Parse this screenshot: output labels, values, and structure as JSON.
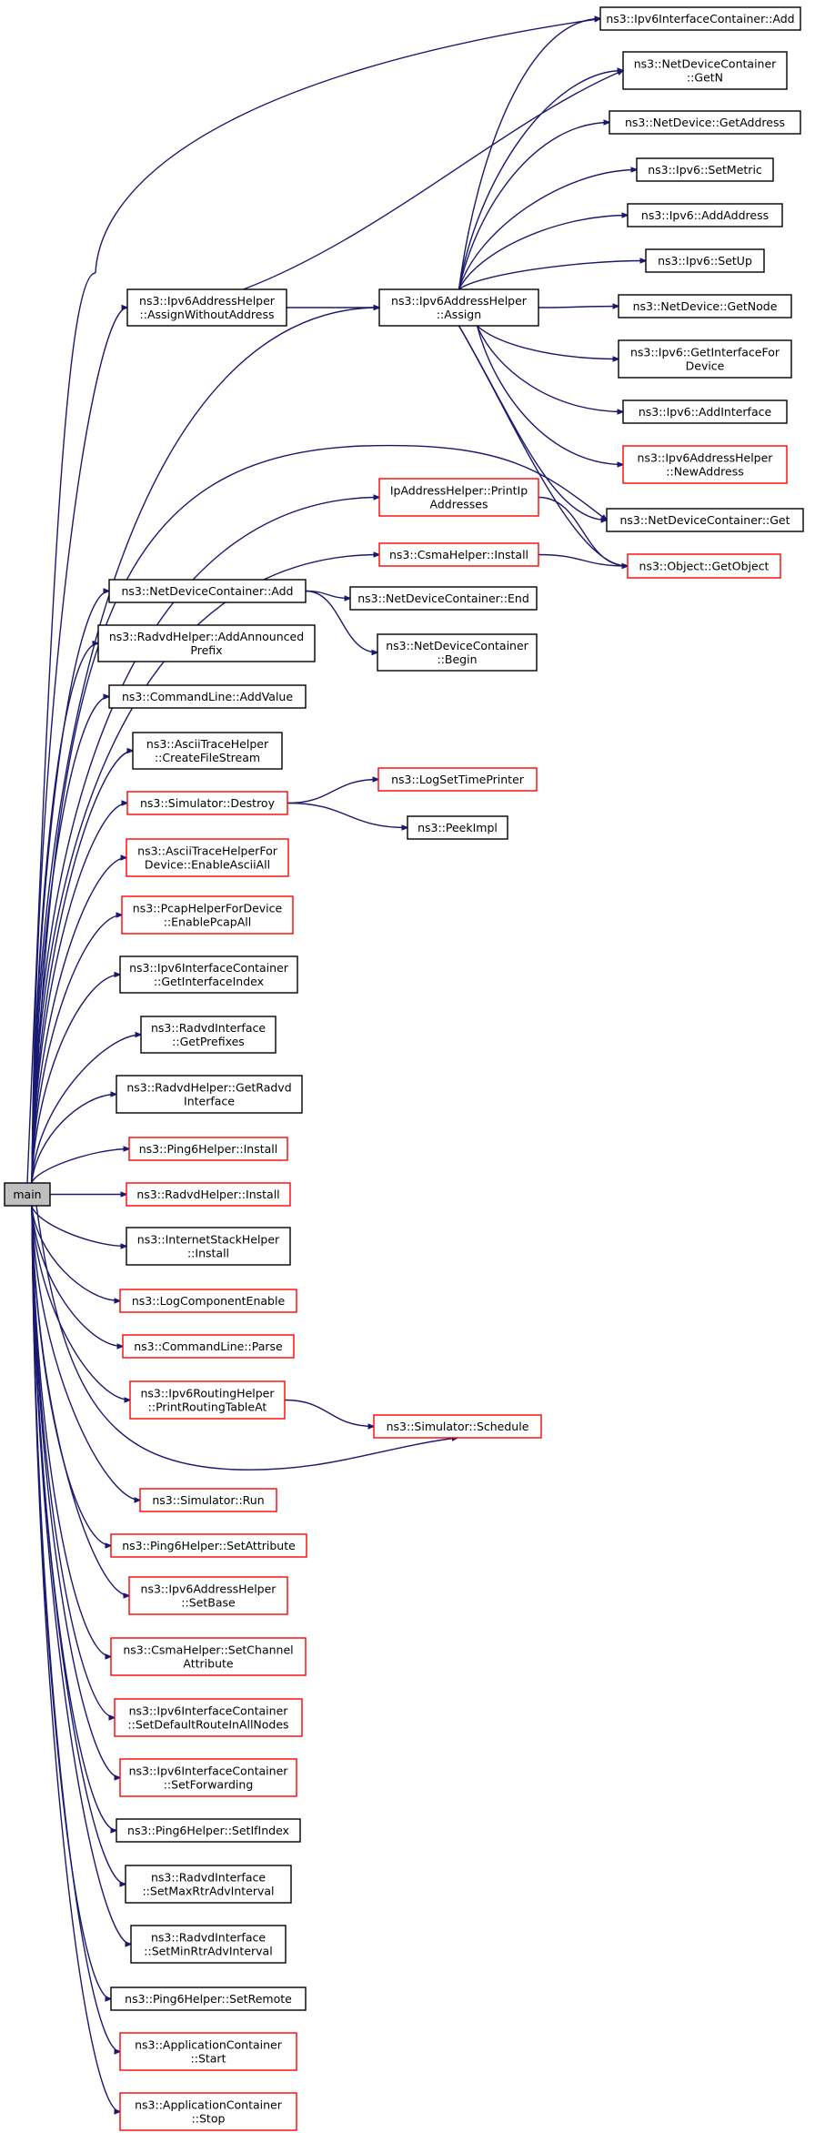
{
  "root": "main",
  "nodes": [
    {
      "id": "main",
      "lines": [
        "main"
      ],
      "border": "root"
    },
    {
      "id": "ipv6ic_add",
      "lines": [
        "ns3::Ipv6InterfaceContainer::Add"
      ],
      "border": "black"
    },
    {
      "id": "ndc_getn",
      "lines": [
        "ns3::NetDeviceContainer",
        "::GetN"
      ],
      "border": "black"
    },
    {
      "id": "nd_getaddress",
      "lines": [
        "ns3::NetDevice::GetAddress"
      ],
      "border": "black"
    },
    {
      "id": "ipv6_setmetric",
      "lines": [
        "ns3::Ipv6::SetMetric"
      ],
      "border": "black"
    },
    {
      "id": "ipv6_addaddress",
      "lines": [
        "ns3::Ipv6::AddAddress"
      ],
      "border": "black"
    },
    {
      "id": "ipv6_setup",
      "lines": [
        "ns3::Ipv6::SetUp"
      ],
      "border": "black"
    },
    {
      "id": "nd_getnode",
      "lines": [
        "ns3::NetDevice::GetNode"
      ],
      "border": "black"
    },
    {
      "id": "ipv6_getinterfacefordevice",
      "lines": [
        "ns3::Ipv6::GetInterfaceFor",
        "Device"
      ],
      "border": "black"
    },
    {
      "id": "ipv6_addinterface",
      "lines": [
        "ns3::Ipv6::AddInterface"
      ],
      "border": "black"
    },
    {
      "id": "ipv6ah_newaddress",
      "lines": [
        "ns3::Ipv6AddressHelper",
        "::NewAddress"
      ],
      "border": "red"
    },
    {
      "id": "ndc_get",
      "lines": [
        "ns3::NetDeviceContainer::Get"
      ],
      "border": "black"
    },
    {
      "id": "object_getobject",
      "lines": [
        "ns3::Object::GetObject"
      ],
      "border": "red"
    },
    {
      "id": "ipv6ah_assignwithoutaddress",
      "lines": [
        "ns3::Ipv6AddressHelper",
        "::AssignWithoutAddress"
      ],
      "border": "black"
    },
    {
      "id": "ipv6ah_assign",
      "lines": [
        "ns3::Ipv6AddressHelper",
        "::Assign"
      ],
      "border": "black"
    },
    {
      "id": "ipah_printipaddresses",
      "lines": [
        "IpAddressHelper::PrintIp",
        "Addresses"
      ],
      "border": "red"
    },
    {
      "id": "csma_install",
      "lines": [
        "ns3::CsmaHelper::Install"
      ],
      "border": "red"
    },
    {
      "id": "ndc_add",
      "lines": [
        "ns3::NetDeviceContainer::Add"
      ],
      "border": "black"
    },
    {
      "id": "ndc_end",
      "lines": [
        "ns3::NetDeviceContainer::End"
      ],
      "border": "black"
    },
    {
      "id": "ndc_begin",
      "lines": [
        "ns3::NetDeviceContainer",
        "::Begin"
      ],
      "border": "black"
    },
    {
      "id": "radvd_addannouncedprefix",
      "lines": [
        "ns3::RadvdHelper::AddAnnounced",
        "Prefix"
      ],
      "border": "black"
    },
    {
      "id": "cmd_addvalue",
      "lines": [
        "ns3::CommandLine::AddValue"
      ],
      "border": "black"
    },
    {
      "id": "ascii_createfilestream",
      "lines": [
        "ns3::AsciiTraceHelper",
        "::CreateFileStream"
      ],
      "border": "black"
    },
    {
      "id": "sim_destroy",
      "lines": [
        "ns3::Simulator::Destroy"
      ],
      "border": "red"
    },
    {
      "id": "logsettimeprinter",
      "lines": [
        "ns3::LogSetTimePrinter"
      ],
      "border": "red"
    },
    {
      "id": "peekimpl",
      "lines": [
        "ns3::PeekImpl"
      ],
      "border": "black"
    },
    {
      "id": "ascii_enableasciiall",
      "lines": [
        "ns3::AsciiTraceHelperFor",
        "Device::EnableAsciiAll"
      ],
      "border": "red"
    },
    {
      "id": "pcap_enablepcapall",
      "lines": [
        "ns3::PcapHelperForDevice",
        "::EnablePcapAll"
      ],
      "border": "red"
    },
    {
      "id": "ipv6ic_getinterfaceindex",
      "lines": [
        "ns3::Ipv6InterfaceContainer",
        "::GetInterfaceIndex"
      ],
      "border": "black"
    },
    {
      "id": "radvdif_getprefixes",
      "lines": [
        "ns3::RadvdInterface",
        "::GetPrefixes"
      ],
      "border": "black"
    },
    {
      "id": "radvd_getradvdinterface",
      "lines": [
        "ns3::RadvdHelper::GetRadvd",
        "Interface"
      ],
      "border": "black"
    },
    {
      "id": "ping6_install",
      "lines": [
        "ns3::Ping6Helper::Install"
      ],
      "border": "red"
    },
    {
      "id": "radvd_install",
      "lines": [
        "ns3::RadvdHelper::Install"
      ],
      "border": "red"
    },
    {
      "id": "ish_install",
      "lines": [
        "ns3::InternetStackHelper",
        "::Install"
      ],
      "border": "black"
    },
    {
      "id": "logcomponentenable",
      "lines": [
        "ns3::LogComponentEnable"
      ],
      "border": "red"
    },
    {
      "id": "cmd_parse",
      "lines": [
        "ns3::CommandLine::Parse"
      ],
      "border": "red"
    },
    {
      "id": "ipv6rh_printroutingtableat",
      "lines": [
        "ns3::Ipv6RoutingHelper",
        "::PrintRoutingTableAt"
      ],
      "border": "red"
    },
    {
      "id": "sim_schedule",
      "lines": [
        "ns3::Simulator::Schedule"
      ],
      "border": "red"
    },
    {
      "id": "sim_run",
      "lines": [
        "ns3::Simulator::Run"
      ],
      "border": "red"
    },
    {
      "id": "ping6_setattribute",
      "lines": [
        "ns3::Ping6Helper::SetAttribute"
      ],
      "border": "red"
    },
    {
      "id": "ipv6ah_setbase",
      "lines": [
        "ns3::Ipv6AddressHelper",
        "::SetBase"
      ],
      "border": "red"
    },
    {
      "id": "csma_setchannelattribute",
      "lines": [
        "ns3::CsmaHelper::SetChannel",
        "Attribute"
      ],
      "border": "red"
    },
    {
      "id": "ipv6ic_setdefaultroute",
      "lines": [
        "ns3::Ipv6InterfaceContainer",
        "::SetDefaultRouteInAllNodes"
      ],
      "border": "red"
    },
    {
      "id": "ipv6ic_setforwarding",
      "lines": [
        "ns3::Ipv6InterfaceContainer",
        "::SetForwarding"
      ],
      "border": "red"
    },
    {
      "id": "ping6_setifindex",
      "lines": [
        "ns3::Ping6Helper::SetIfIndex"
      ],
      "border": "black"
    },
    {
      "id": "radvdif_setmaxrtradvinterval",
      "lines": [
        "ns3::RadvdInterface",
        "::SetMaxRtrAdvInterval"
      ],
      "border": "black"
    },
    {
      "id": "radvdif_setminrtradvinterval",
      "lines": [
        "ns3::RadvdInterface",
        "::SetMinRtrAdvInterval"
      ],
      "border": "black"
    },
    {
      "id": "ping6_setremote",
      "lines": [
        "ns3::Ping6Helper::SetRemote"
      ],
      "border": "black"
    },
    {
      "id": "appc_start",
      "lines": [
        "ns3::ApplicationContainer",
        "::Start"
      ],
      "border": "red"
    },
    {
      "id": "appc_stop",
      "lines": [
        "ns3::ApplicationContainer",
        "::Stop"
      ],
      "border": "red"
    }
  ],
  "edges": [
    [
      "main",
      "ipv6ic_add"
    ],
    [
      "main",
      "ipv6ah_assignwithoutaddress"
    ],
    [
      "main",
      "ipv6ah_assign"
    ],
    [
      "main",
      "ndc_get"
    ],
    [
      "main",
      "ipah_printipaddresses"
    ],
    [
      "main",
      "csma_install"
    ],
    [
      "main",
      "ndc_add"
    ],
    [
      "main",
      "radvd_addannouncedprefix"
    ],
    [
      "main",
      "cmd_addvalue"
    ],
    [
      "main",
      "ascii_createfilestream"
    ],
    [
      "main",
      "sim_destroy"
    ],
    [
      "main",
      "ascii_enableasciiall"
    ],
    [
      "main",
      "pcap_enablepcapall"
    ],
    [
      "main",
      "ipv6ic_getinterfaceindex"
    ],
    [
      "main",
      "radvdif_getprefixes"
    ],
    [
      "main",
      "radvd_getradvdinterface"
    ],
    [
      "main",
      "ping6_install"
    ],
    [
      "main",
      "radvd_install"
    ],
    [
      "main",
      "ish_install"
    ],
    [
      "main",
      "logcomponentenable"
    ],
    [
      "main",
      "cmd_parse"
    ],
    [
      "main",
      "ipv6rh_printroutingtableat"
    ],
    [
      "main",
      "sim_schedule"
    ],
    [
      "main",
      "sim_run"
    ],
    [
      "main",
      "ping6_setattribute"
    ],
    [
      "main",
      "ipv6ah_setbase"
    ],
    [
      "main",
      "csma_setchannelattribute"
    ],
    [
      "main",
      "ipv6ic_setdefaultroute"
    ],
    [
      "main",
      "ipv6ic_setforwarding"
    ],
    [
      "main",
      "ping6_setifindex"
    ],
    [
      "main",
      "radvdif_setmaxrtradvinterval"
    ],
    [
      "main",
      "radvdif_setminrtradvinterval"
    ],
    [
      "main",
      "ping6_setremote"
    ],
    [
      "main",
      "appc_start"
    ],
    [
      "main",
      "appc_stop"
    ],
    [
      "ipv6ah_assignwithoutaddress",
      "ndc_getn"
    ],
    [
      "ipv6ah_assignwithoutaddress",
      "ipv6ah_assign"
    ],
    [
      "ipv6ah_assign",
      "ipv6ic_add"
    ],
    [
      "ipv6ah_assign",
      "ndc_getn"
    ],
    [
      "ipv6ah_assign",
      "nd_getaddress"
    ],
    [
      "ipv6ah_assign",
      "ipv6_setmetric"
    ],
    [
      "ipv6ah_assign",
      "ipv6_addaddress"
    ],
    [
      "ipv6ah_assign",
      "ipv6_setup"
    ],
    [
      "ipv6ah_assign",
      "nd_getnode"
    ],
    [
      "ipv6ah_assign",
      "ipv6_getinterfacefordevice"
    ],
    [
      "ipv6ah_assign",
      "ipv6_addinterface"
    ],
    [
      "ipv6ah_assign",
      "ipv6ah_newaddress"
    ],
    [
      "ipv6ah_assign",
      "ndc_get"
    ],
    [
      "ipv6ah_assign",
      "object_getobject"
    ],
    [
      "ipah_printipaddresses",
      "object_getobject"
    ],
    [
      "csma_install",
      "object_getobject"
    ],
    [
      "ndc_add",
      "ndc_end"
    ],
    [
      "ndc_add",
      "ndc_begin"
    ],
    [
      "sim_destroy",
      "logsettimeprinter"
    ],
    [
      "sim_destroy",
      "peekimpl"
    ],
    [
      "ipv6rh_printroutingtableat",
      "sim_schedule"
    ]
  ]
}
